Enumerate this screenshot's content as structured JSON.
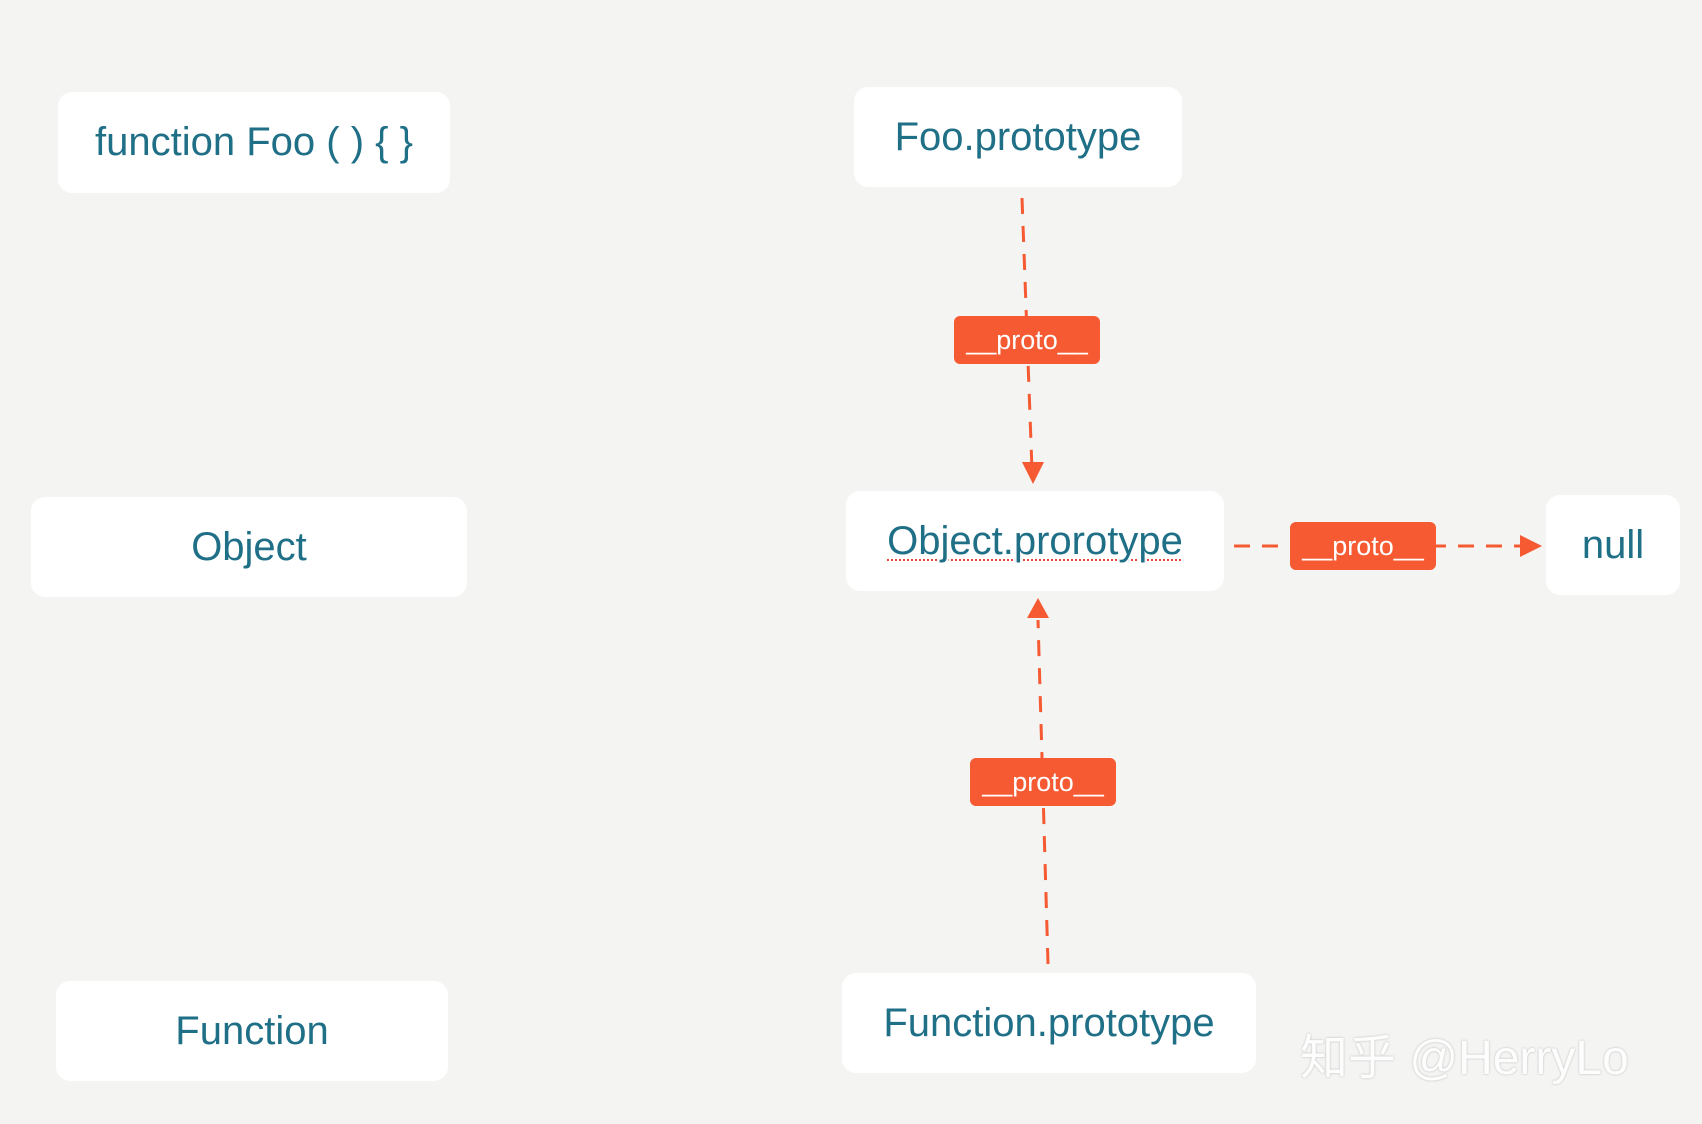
{
  "colors": {
    "background": "#f4f4f2",
    "node_fill": "#ffffff",
    "node_text": "#1f6f87",
    "accent": "#f55a33"
  },
  "nodes": {
    "function_foo": "function Foo ( ) { }",
    "foo_prototype": "Foo.prototype",
    "object": "Object",
    "object_prototype": "Object.prorotype",
    "null": "null",
    "function": "Function",
    "function_prototype": "Function.prototype"
  },
  "edges": [
    {
      "from": "Foo.prototype",
      "to": "Object.prorotype",
      "label": "__proto__"
    },
    {
      "from": "Object.prorotype",
      "to": "null",
      "label": "__proto__"
    },
    {
      "from": "Function.prototype",
      "to": "Object.prorotype",
      "label": "__proto__"
    }
  ],
  "watermark": "知乎 @HerryLo"
}
